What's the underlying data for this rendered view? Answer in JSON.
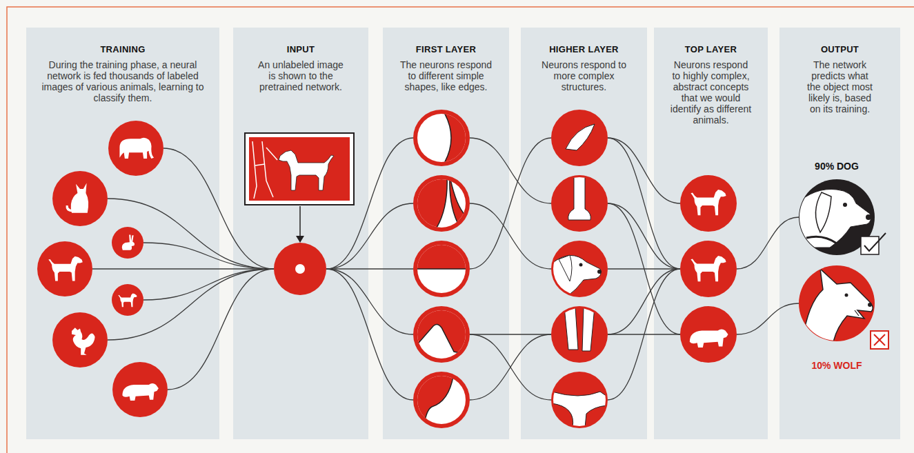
{
  "diagram": {
    "nodes": [
      {
        "text": [
          "TRAINING",
          "During the training phase, a neural network is fed thousands of labeled images of various animals, learning to classify them."
        ]
      },
      {
        "text": [
          "INPUT",
          "An unlabeled image is shown to the pretrained network."
        ]
      },
      {
        "text": [
          "FIRST LAYER",
          "The neurons respond to different simple shapes, like edges."
        ]
      },
      {
        "text": [
          "HIGHER LAYER",
          "Neurons respond to more complex structures."
        ]
      },
      {
        "text": [
          "TOP LAYER",
          "Neurons respond to highly complex, abstract concepts that we would identify as different animals."
        ]
      },
      {
        "text": [
          "OUTPUT",
          "The network predicts what the object most likely is, based on its training."
        ]
      },
      {
        "text": [
          "90% DOG"
        ],
        "in": 5
      },
      {
        "text": [
          "10% WOLF"
        ],
        "in": 5
      }
    ]
  }
}
